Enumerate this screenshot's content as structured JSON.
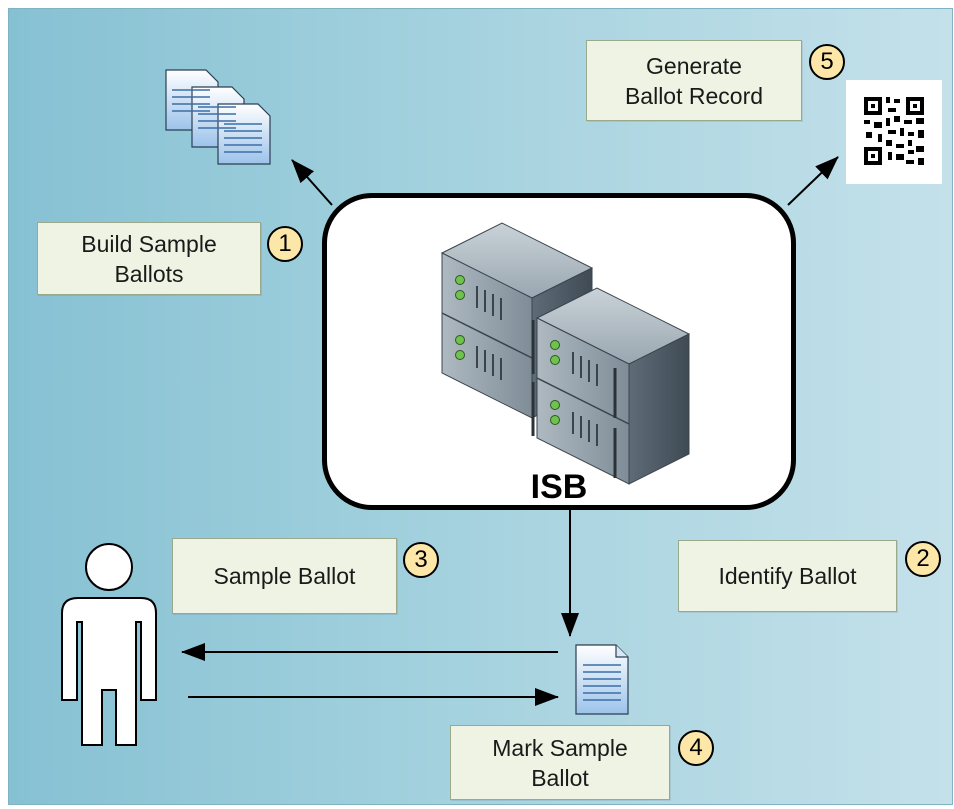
{
  "diagram": {
    "center_label": "ISB",
    "steps": [
      {
        "number": "1",
        "lines": [
          "Build Sample",
          "Ballots"
        ]
      },
      {
        "number": "2",
        "lines": [
          "Identify Ballot"
        ]
      },
      {
        "number": "3",
        "lines": [
          "Sample Ballot"
        ]
      },
      {
        "number": "4",
        "lines": [
          "Mark Sample",
          "Ballot"
        ]
      },
      {
        "number": "5",
        "lines": [
          "Generate",
          "Ballot Record"
        ]
      }
    ]
  },
  "icons": {
    "server": "server-rack-icon",
    "user": "person-icon",
    "documents": "document-stack-icon",
    "document": "document-icon",
    "qr": "qr-code-icon"
  },
  "colors": {
    "background": "#a3d1de",
    "label_fill": "#eef3e3",
    "badge_fill": "#fde7a8"
  }
}
